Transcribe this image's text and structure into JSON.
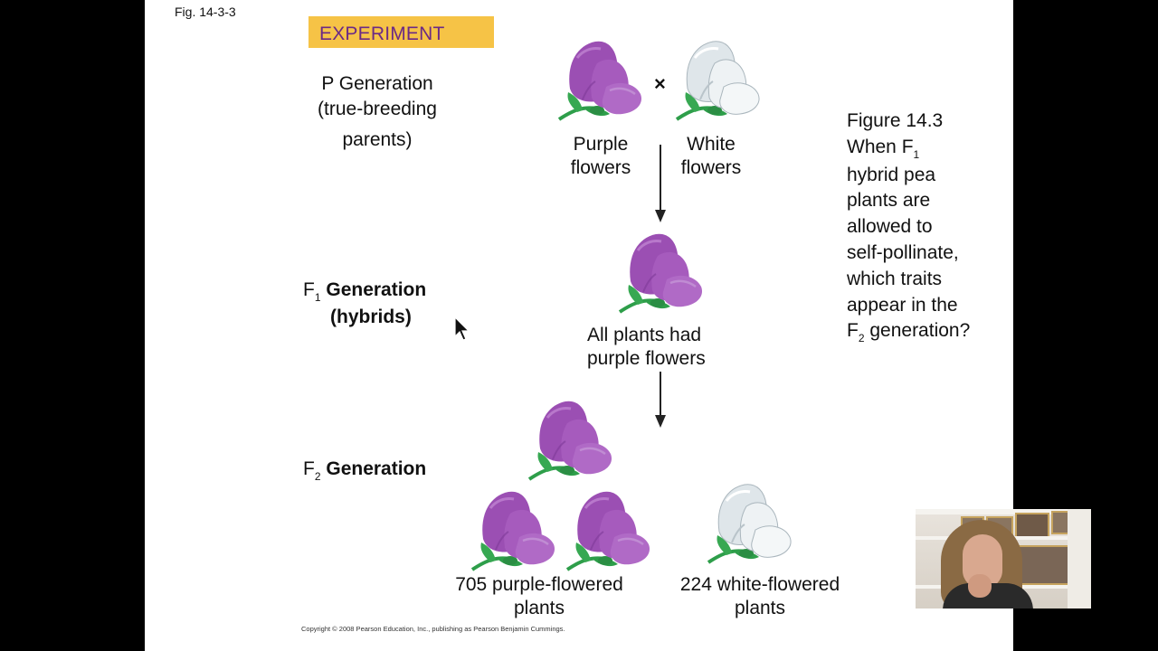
{
  "slide": {
    "fig_label": "Fig. 14-3-3",
    "experiment_label": "EXPERIMENT",
    "p_generation": {
      "line1": "P Generation",
      "line2": "(true-breeding",
      "line3": "parents)"
    },
    "cross_symbol": "×",
    "parent_labels": {
      "purple_line1": "Purple",
      "purple_line2": "flowers",
      "white_line1": "White",
      "white_line2": "flowers"
    },
    "f1_generation": {
      "prefix": "F",
      "sub": "1",
      "title": "Generation",
      "subtitle": "(hybrids)"
    },
    "f1_result": {
      "line1": "All plants had",
      "line2": "purple flowers"
    },
    "f2_generation": {
      "prefix": "F",
      "sub": "2",
      "title": "Generation"
    },
    "f2_results": {
      "purple_line1": "705 purple-flowered",
      "purple_line2": "plants",
      "white_line1": "224 white-flowered",
      "white_line2": "plants"
    },
    "caption": {
      "line1": "Figure 14.3",
      "line2_prefix": "When F",
      "line2_sub": "1",
      "line3": "hybrid pea",
      "line4": "plants are",
      "line5": "allowed to",
      "line6": "self-pollinate,",
      "line7": "which traits",
      "line8": "appear in the",
      "line9_prefix": "F",
      "line9_sub": "2",
      "line9_suffix": " generation?"
    },
    "copyright": "Copyright © 2008 Pearson Education, Inc., publishing as Pearson Benjamin Cummings."
  },
  "colors": {
    "purple_petal": "#9b4fb3",
    "white_petal": "#e6ecef",
    "leaf": "#2e9e4a",
    "experiment_bg": "#f6c346",
    "experiment_text": "#6b2a86"
  },
  "icons": {
    "flower_purple": "purple-flower-icon",
    "flower_white": "white-flower-icon",
    "cursor": "mouse-pointer-icon"
  }
}
